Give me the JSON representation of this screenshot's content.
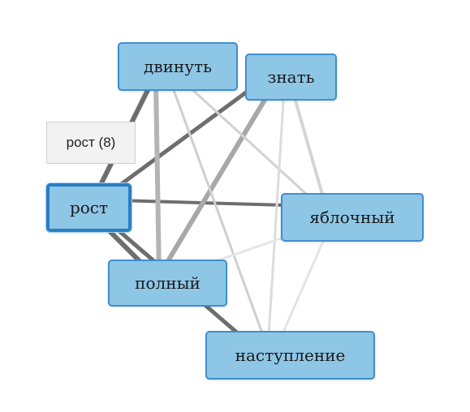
{
  "graph": {
    "nodes": [
      {
        "id": "dvinut",
        "label": "двинуть"
      },
      {
        "id": "znat",
        "label": "знать"
      },
      {
        "id": "rost",
        "label": "рост",
        "selected": true
      },
      {
        "id": "yablochnyi",
        "label": "яблочный"
      },
      {
        "id": "polnyi",
        "label": "полный"
      },
      {
        "id": "nastuplenie",
        "label": "наступление"
      }
    ],
    "edges": [
      {
        "source": "rost",
        "target": "dvinut",
        "strength": "strong"
      },
      {
        "source": "rost",
        "target": "znat",
        "strength": "strong"
      },
      {
        "source": "rost",
        "target": "yablochnyi",
        "strength": "strong"
      },
      {
        "source": "rost",
        "target": "polnyi",
        "strength": "strong"
      },
      {
        "source": "rost",
        "target": "nastuplenie",
        "strength": "strong"
      },
      {
        "source": "dvinut",
        "target": "polnyi",
        "strength": "medium"
      },
      {
        "source": "polnyi",
        "target": "znat",
        "strength": "medium"
      },
      {
        "source": "dvinut",
        "target": "yablochnyi",
        "strength": "weak"
      },
      {
        "source": "dvinut",
        "target": "nastuplenie",
        "strength": "weak"
      },
      {
        "source": "znat",
        "target": "yablochnyi",
        "strength": "weak"
      },
      {
        "source": "znat",
        "target": "nastuplenie",
        "strength": "weak"
      },
      {
        "source": "polnyi",
        "target": "yablochnyi",
        "strength": "faint"
      },
      {
        "source": "yablochnyi",
        "target": "nastuplenie",
        "strength": "faint"
      }
    ],
    "edge_colors": {
      "strong": "#6e6e6e",
      "medium": "#9a9a9a",
      "weak": "#c8c8c8",
      "faint": "#e2e2e2"
    }
  },
  "tooltip": {
    "text": "рост (8)"
  }
}
